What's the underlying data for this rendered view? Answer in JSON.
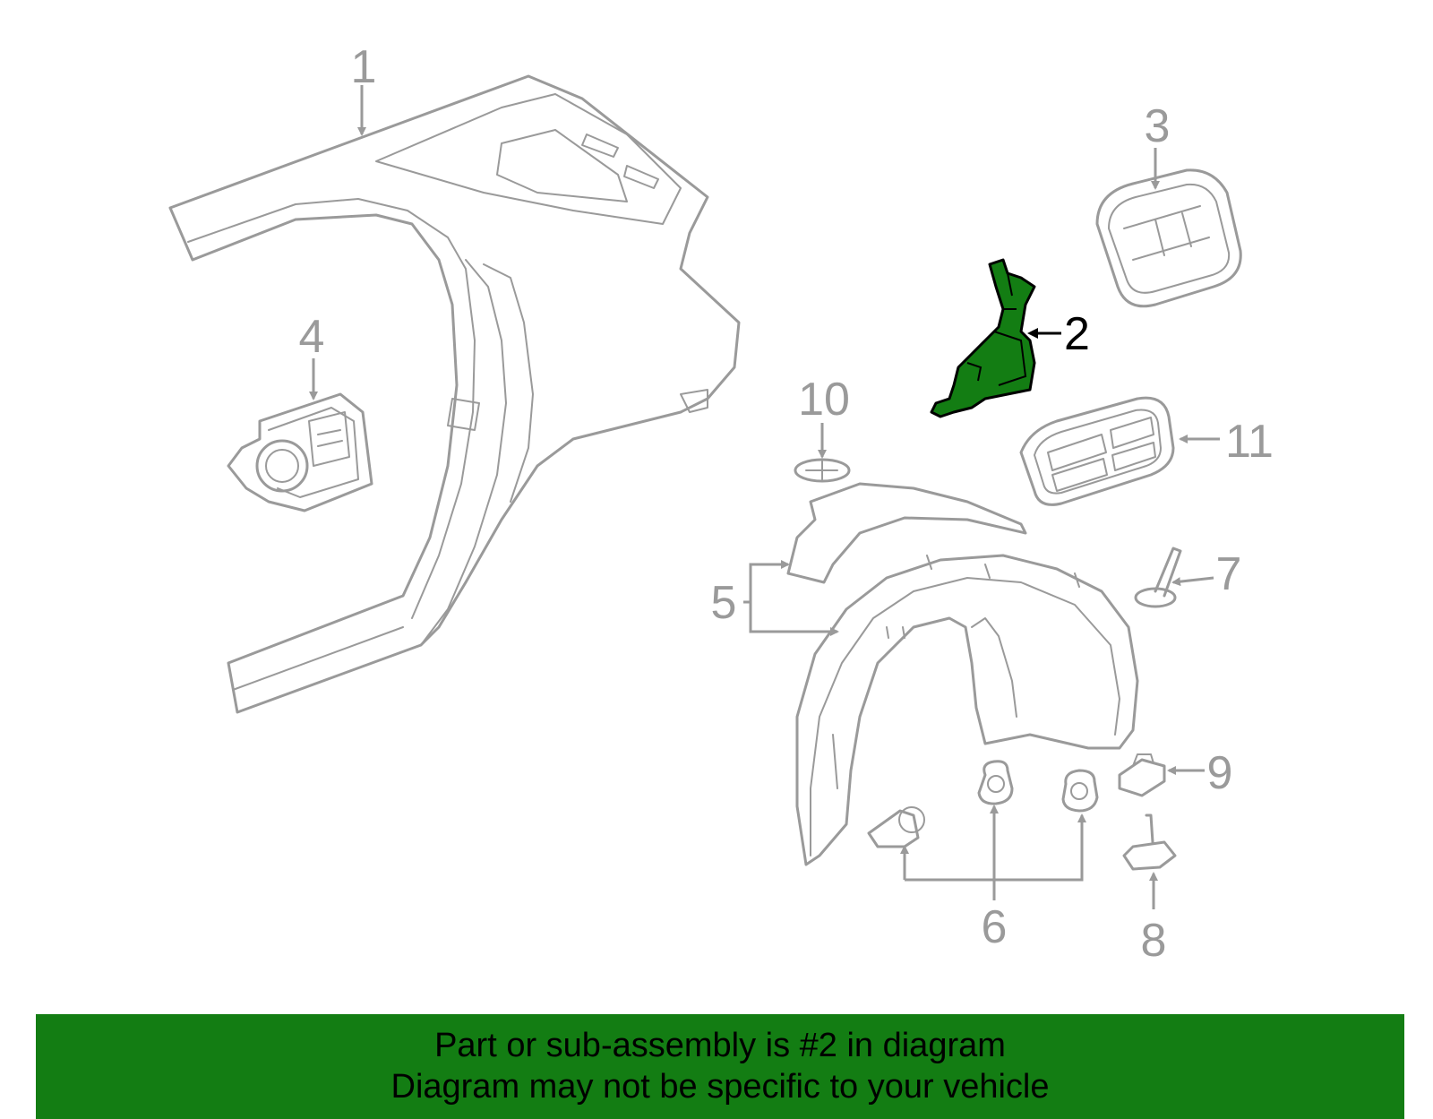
{
  "callouts": [
    "1",
    "2",
    "3",
    "4",
    "5",
    "6",
    "7",
    "8",
    "9",
    "10",
    "11"
  ],
  "highlight_color": "#137d13",
  "line_color": "#9a9a9a",
  "banner": {
    "line1": "Part or sub-assembly is #2 in diagram",
    "line2": "Diagram may not be specific to your vehicle"
  }
}
